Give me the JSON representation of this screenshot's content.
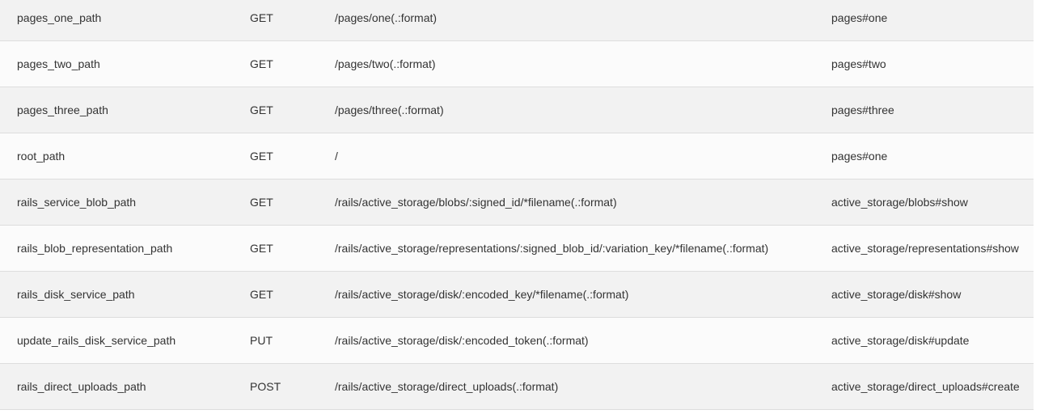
{
  "routes": [
    {
      "helper": "pages_one_path",
      "verb": "GET",
      "path": "/pages/one(.:format)",
      "action": "pages#one"
    },
    {
      "helper": "pages_two_path",
      "verb": "GET",
      "path": "/pages/two(.:format)",
      "action": "pages#two"
    },
    {
      "helper": "pages_three_path",
      "verb": "GET",
      "path": "/pages/three(.:format)",
      "action": "pages#three"
    },
    {
      "helper": "root_path",
      "verb": "GET",
      "path": "/",
      "action": "pages#one"
    },
    {
      "helper": "rails_service_blob_path",
      "verb": "GET",
      "path": "/rails/active_storage/blobs/:signed_id/*filename(.:format)",
      "action": "active_storage/blobs#show"
    },
    {
      "helper": "rails_blob_representation_path",
      "verb": "GET",
      "path": "/rails/active_storage/representations/:signed_blob_id/:variation_key/*filename(.:format)",
      "action": "active_storage/representations#show"
    },
    {
      "helper": "rails_disk_service_path",
      "verb": "GET",
      "path": "/rails/active_storage/disk/:encoded_key/*filename(.:format)",
      "action": "active_storage/disk#show"
    },
    {
      "helper": "update_rails_disk_service_path",
      "verb": "PUT",
      "path": "/rails/active_storage/disk/:encoded_token(.:format)",
      "action": "active_storage/disk#update"
    },
    {
      "helper": "rails_direct_uploads_path",
      "verb": "POST",
      "path": "/rails/active_storage/direct_uploads(.:format)",
      "action": "active_storage/direct_uploads#create"
    }
  ]
}
